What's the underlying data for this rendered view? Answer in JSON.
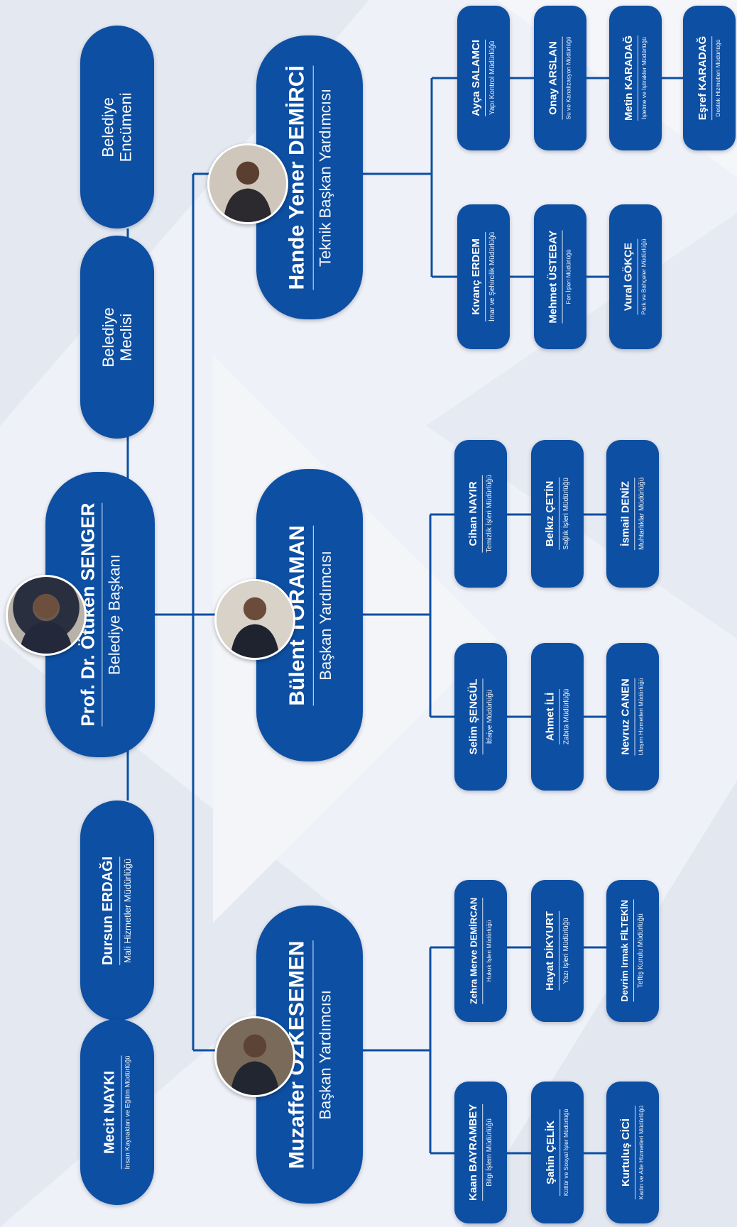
{
  "top_level": {
    "council": {
      "name_line1": "Belediye",
      "name_line2": "Meclisi"
    },
    "committee": {
      "name_line1": "Belediye",
      "name_line2": "Encümeni"
    },
    "mayor": {
      "name": "Prof. Dr. Ötüken SENGER",
      "title": "Belediye Başkanı"
    },
    "direct_managers": [
      {
        "name": "Dursun ERDAĞI",
        "title": "Mali Hizmetler Müdürlüğü"
      },
      {
        "name": "Mecit NAYKI",
        "title": "İnsan Kaynakları ve Eğitim Müdürlüğü"
      }
    ]
  },
  "deputies": [
    {
      "name": "Hande Yener DEMİRCİ",
      "title": "Teknik Başkan Yardımcısı",
      "directorates": [
        {
          "name": "Ayça SALAMCI",
          "title": "Yapı Kontrol Müdürlüğü"
        },
        {
          "name": "Onay ARSLAN",
          "title": "Su ve Kanalizasyon Müdürlüğü"
        },
        {
          "name": "Metin KARADAĞ",
          "title": "İşletme ve İştirakler Müdürlüğü"
        },
        {
          "name": "Eşref KARADAĞ",
          "title": "Destek Hizmetleri Müdürlüğü"
        },
        {
          "name": "Kıvanç ERDEM",
          "title": "İmar ve Şehircilik Müdürlüğü"
        },
        {
          "name": "Mehmet ÜSTEBAY",
          "title": "Fen İşleri Müdürlüğü"
        },
        {
          "name": "Vural GÖKÇE",
          "title": "Park ve Bahçeler Müdürlüğü"
        }
      ]
    },
    {
      "name": "Bülent TORAMAN",
      "title": "Başkan Yardımcısı",
      "directorates": [
        {
          "name": "Cihan NAYIR",
          "title": "Temizlik İşleri Müdürlüğü"
        },
        {
          "name": "Belkız ÇETİN",
          "title": "Sağlık İşleri Müdürlüğü"
        },
        {
          "name": "İsmail DENİZ",
          "title": "Muhtarlıklar Müdürlüğü"
        },
        {
          "name": "Selim ŞENGÜL",
          "title": "İtfaiye Müdürlüğü"
        },
        {
          "name": "Ahmet İLİ",
          "title": "Zabıta Müdürlüğü"
        },
        {
          "name": "Nevruz CANEN",
          "title": "Ulaşım Hizmetleri Müdürlüğü"
        }
      ]
    },
    {
      "name": "Muzaffer ÖZKESEMEN",
      "title": "Başkan Yardımcısı",
      "directorates": [
        {
          "name": "Zehra Merve DEMİRCAN",
          "title": "Hukuk İşleri Müdürlüğü"
        },
        {
          "name": "Hayat DİKYURT",
          "title": "Yazı İşleri Müdürlüğü"
        },
        {
          "name": "Devrim Irmak FİLTEKİN",
          "title": "Teftiş Kurulu Müdürlüğü"
        },
        {
          "name": "Kaan BAYRAMBEY",
          "title": "Bilgi İşlem Müdürlüğü"
        },
        {
          "name": "Şahin ÇELİK",
          "title": "Kültür ve Sosyal İşler Müdürlüğü"
        },
        {
          "name": "Kurtuluş CİCİ",
          "title": "Kadın ve Aile Hizmetleri Müdürlüğü"
        }
      ]
    }
  ],
  "colors": {
    "box": "#0d4fa3",
    "line": "#0d4fa3",
    "background": "#eef1f7"
  }
}
